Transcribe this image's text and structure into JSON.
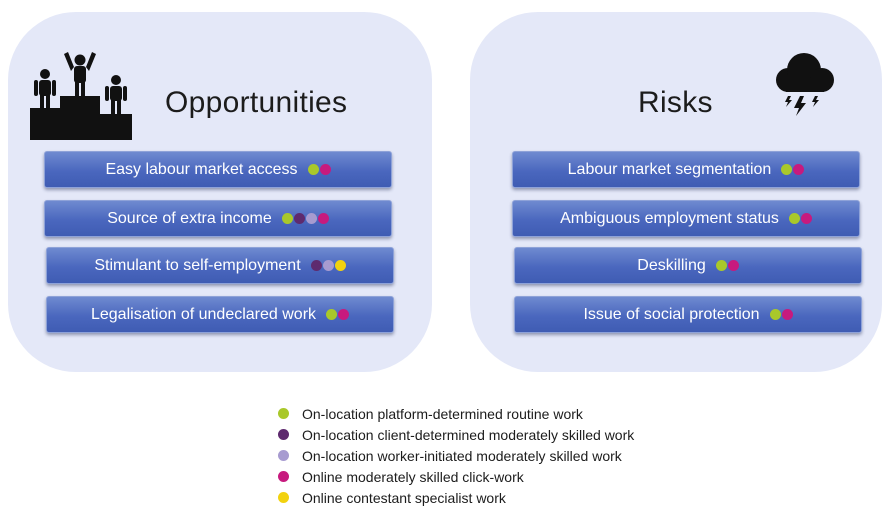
{
  "colors": {
    "routine": "#a9c82a",
    "client_moderate": "#5e2a6e",
    "worker_moderate": "#a79bd0",
    "clickwork": "#c71a7e",
    "specialist": "#f2d20f"
  },
  "opportunities": {
    "title": "Opportunities",
    "icon": "podium-people-icon",
    "items": [
      {
        "label": "Easy labour market access",
        "dots": [
          "routine",
          "clickwork"
        ]
      },
      {
        "label": "Source of extra income",
        "dots": [
          "routine",
          "client_moderate",
          "worker_moderate",
          "clickwork"
        ]
      },
      {
        "label": "Stimulant to self-employment",
        "dots": [
          "client_moderate",
          "worker_moderate",
          "specialist"
        ]
      },
      {
        "label": "Legalisation of undeclared work",
        "dots": [
          "routine",
          "clickwork"
        ]
      }
    ]
  },
  "risks": {
    "title": "Risks",
    "icon": "storm-cloud-icon",
    "items": [
      {
        "label": "Labour market segmentation",
        "dots": [
          "routine",
          "clickwork"
        ]
      },
      {
        "label": "Ambiguous employment status",
        "dots": [
          "routine",
          "clickwork"
        ]
      },
      {
        "label": "Deskilling",
        "dots": [
          "routine",
          "clickwork"
        ]
      },
      {
        "label": "Issue of social protection",
        "dots": [
          "routine",
          "clickwork"
        ]
      }
    ]
  },
  "legend": [
    {
      "key": "routine",
      "label": "On-location platform-determined routine work"
    },
    {
      "key": "client_moderate",
      "label": "On-location client-determined moderately skilled work"
    },
    {
      "key": "worker_moderate",
      "label": "On-location worker-initiated moderately skilled work"
    },
    {
      "key": "clickwork",
      "label": "Online moderately skilled click-work"
    },
    {
      "key": "specialist",
      "label": "Online contestant specialist work"
    }
  ]
}
